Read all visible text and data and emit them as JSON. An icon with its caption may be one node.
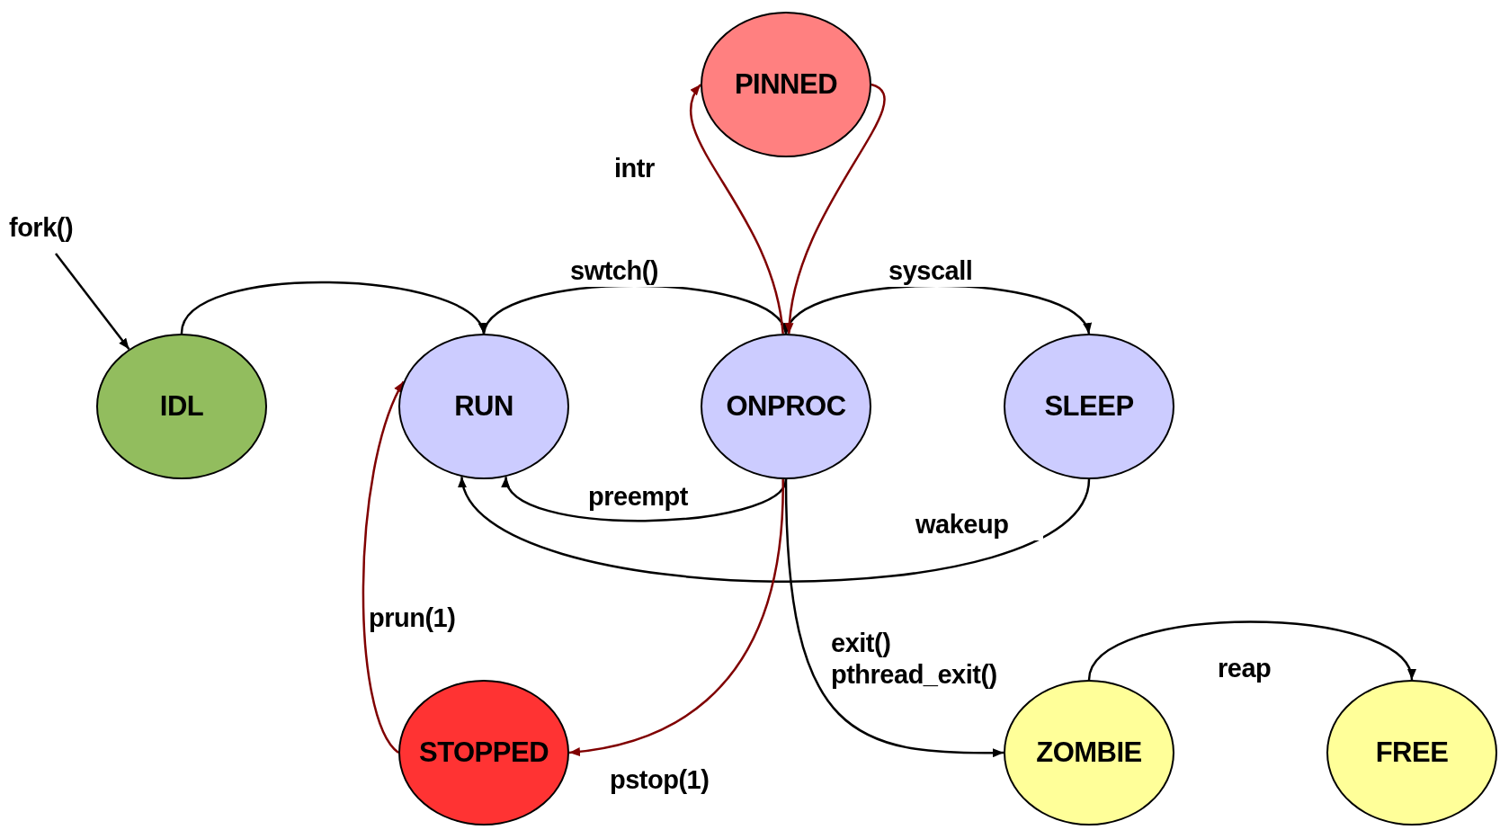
{
  "diagram": {
    "nodes": [
      {
        "text": [
          "PINNED"
        ]
      },
      {
        "text": [
          "IDL"
        ]
      },
      {
        "text": [
          "RUN"
        ]
      },
      {
        "text": [
          "ONPROC"
        ]
      },
      {
        "text": [
          "SLEEP"
        ]
      },
      {
        "text": [
          "STOPPED"
        ]
      },
      {
        "text": [
          "ZOMBIE"
        ]
      },
      {
        "text": [
          "FREE"
        ]
      }
    ],
    "edges": [
      {
        "from": null,
        "to": 1,
        "arrow": "to",
        "label": "fork()"
      },
      {
        "from": 1,
        "to": 2,
        "arrow": "to"
      },
      {
        "from": 2,
        "to": 3,
        "arrow": "to",
        "label": "swtch()"
      },
      {
        "from": 3,
        "to": 4,
        "arrow": "to",
        "label": "syscall"
      },
      {
        "from": 3,
        "to": 2,
        "arrow": "to",
        "label": "preempt"
      },
      {
        "from": 4,
        "to": 2,
        "arrow": "to",
        "label": "wakeup"
      },
      {
        "from": 3,
        "to": 0,
        "arrow": "to",
        "label": "intr",
        "color": "#800000"
      },
      {
        "from": 0,
        "to": 3,
        "arrow": "to",
        "color": "#800000"
      },
      {
        "from": 3,
        "to": 5,
        "arrow": "to",
        "label": "pstop(1)",
        "color": "#800000"
      },
      {
        "from": 5,
        "to": 2,
        "arrow": "to",
        "label": "prun(1)",
        "color": "#800000"
      },
      {
        "from": 3,
        "to": 6,
        "arrow": "to",
        "label": "exit() pthread_exit()"
      },
      {
        "from": 6,
        "to": 7,
        "arrow": "to",
        "label": "reap"
      }
    ]
  }
}
